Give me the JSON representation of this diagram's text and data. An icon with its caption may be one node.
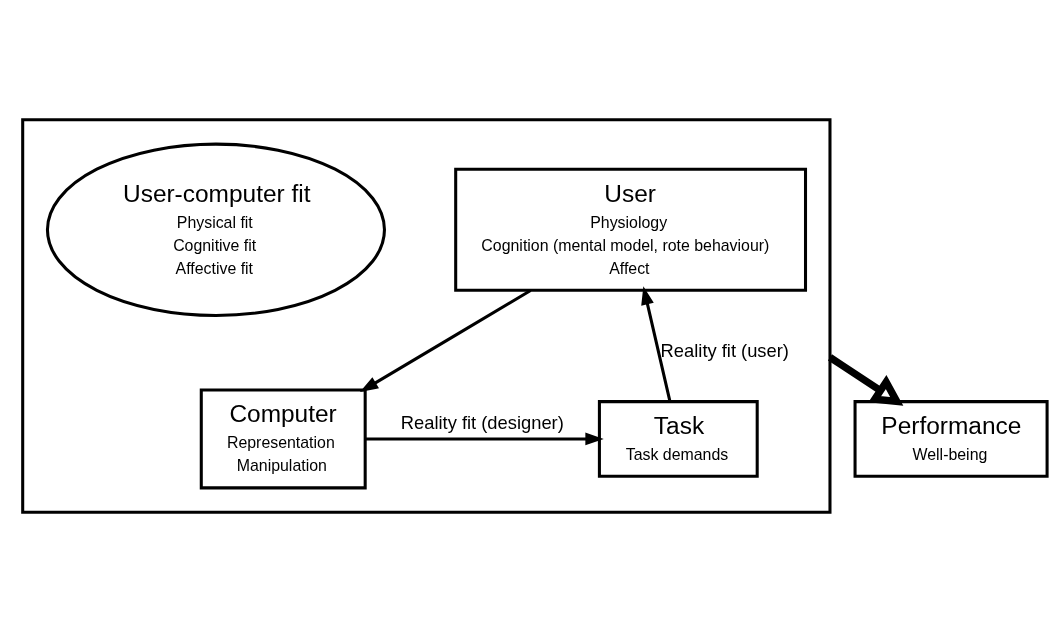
{
  "diagram": {
    "nodes": [
      {
        "text": [],
        "shape": "box"
      },
      {
        "text": [
          "User",
          "Physiology",
          "Cognition (mental model, rote behaviour)",
          "Affect"
        ],
        "in": 0
      },
      {
        "text": [
          "User-computer fit",
          "Physical fit",
          "Cognitive fit",
          "Affective fit"
        ],
        "in": 0
      },
      {
        "text": [
          "Task",
          "Task demands"
        ],
        "in": 0
      },
      {
        "text": [
          "Computer",
          "Representation",
          "Manipulation"
        ],
        "in": 0
      },
      {
        "text": [
          "Performance",
          "Well-being"
        ]
      }
    ],
    "edges": [
      {
        "from": 1,
        "to": 4,
        "arrow": "to"
      },
      {
        "from": 4,
        "to": 3,
        "arrow": "to",
        "label": "Reality fit (designer)"
      },
      {
        "from": 3,
        "to": 1,
        "arrow": "to",
        "label": "Reality fit (user)"
      },
      {
        "from": 0,
        "to": 5,
        "arrow": "to",
        "style": "thick"
      }
    ]
  }
}
